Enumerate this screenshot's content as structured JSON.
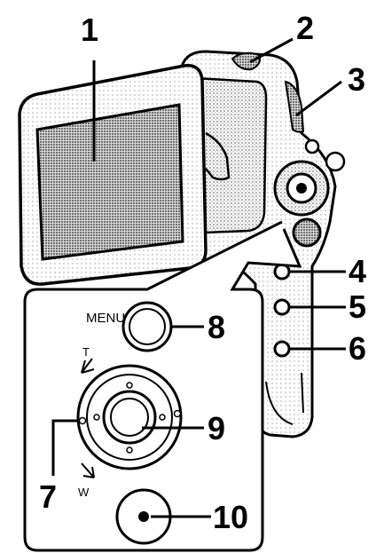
{
  "callouts": {
    "c1": "1",
    "c2": "2",
    "c3": "3",
    "c4": "4",
    "c5": "5",
    "c6": "6",
    "c7": "7",
    "c8": "8",
    "c9": "9",
    "c10": "10"
  },
  "labels": {
    "menu": "MENU",
    "tele": "T",
    "wide": "W"
  }
}
